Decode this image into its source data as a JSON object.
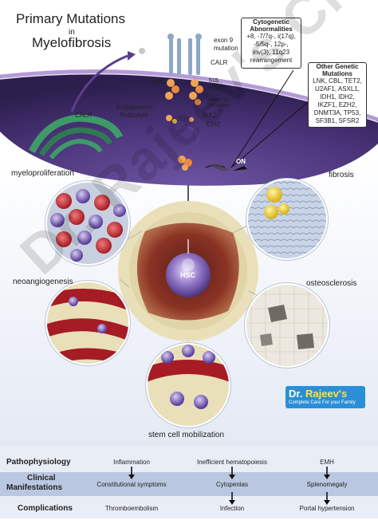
{
  "title": {
    "line1": "Primary Mutations",
    "in": "in",
    "line2": "Myelofibrosis"
  },
  "cell_labels": {
    "calr_top": "CALR",
    "exon9": "exon 9",
    "mutation": "mutation",
    "mpl": "MPL",
    "n515": "515",
    "v617f": "V617F",
    "or": "or",
    "exon12": "exon 12",
    "mutation2": "mutation",
    "jak2": "JAK2",
    "stat": "STAT",
    "calr_left": "CALR",
    "er1": "Endoplasmic",
    "er2": "Reticulum",
    "on": "ON"
  },
  "cytogenetic": {
    "heading1": "Cytogenetic",
    "heading2": "Abnormalities",
    "line1": "+8, -7/7q-, i(17q),",
    "line2": "-5/5q-, 12p-,",
    "line3": "inv(3), 11q23",
    "line4": "rearrangement"
  },
  "other_genetic": {
    "heading1": "Other Genetic",
    "heading2": "Mutations",
    "line1": "LNK, CBL, TET2,",
    "line2": "U2AF1, ASXL1,",
    "line3": "IDH1, IDH2,",
    "line4": "IKZF1, EZH2,",
    "line5": "DNMT3A, TP53,",
    "line6": "SF3B1, SFSR2"
  },
  "panels": {
    "myeloproliferation": "myeloproliferation",
    "fibrosis": "fibrosis",
    "neoangiogenesis": "neoangiogenesis",
    "osteosclerosis": "osteosclerosis",
    "stem_cell_mobilization": "stem cell mobilization",
    "hsc": "HSC"
  },
  "brand": {
    "dr": "Dr.",
    "name": "Rajeev's",
    "tag": "Complete Care For your Family"
  },
  "watermark": "Dr. Rajeev's Clinic",
  "table": {
    "pathophysiology": {
      "label": "Pathophysiology",
      "c1": "Inflammation",
      "c2": "Inefficient hematopoiesis",
      "c3": "EMH"
    },
    "clinical": {
      "label1": "Clinical",
      "label2": "Manifestations",
      "c1": "Constitutional symptoms",
      "c2": "Cytopenias",
      "c3": "Splenomegaly"
    },
    "complications": {
      "label": "Complications",
      "c1": "Thromboembolism",
      "c2": "Infection",
      "c3": "Portal hypertension"
    }
  },
  "colors": {
    "cell_purple": "#5a3f8c",
    "membrane": "#8c6fb4",
    "er_green": "#2f7a52",
    "marrow_red": "#7a2d22",
    "bone": "#e9dfb9",
    "table_dark": "#b9c7e0",
    "table_light": "#e9edf5",
    "brand_blue": "#2a8fd8"
  }
}
